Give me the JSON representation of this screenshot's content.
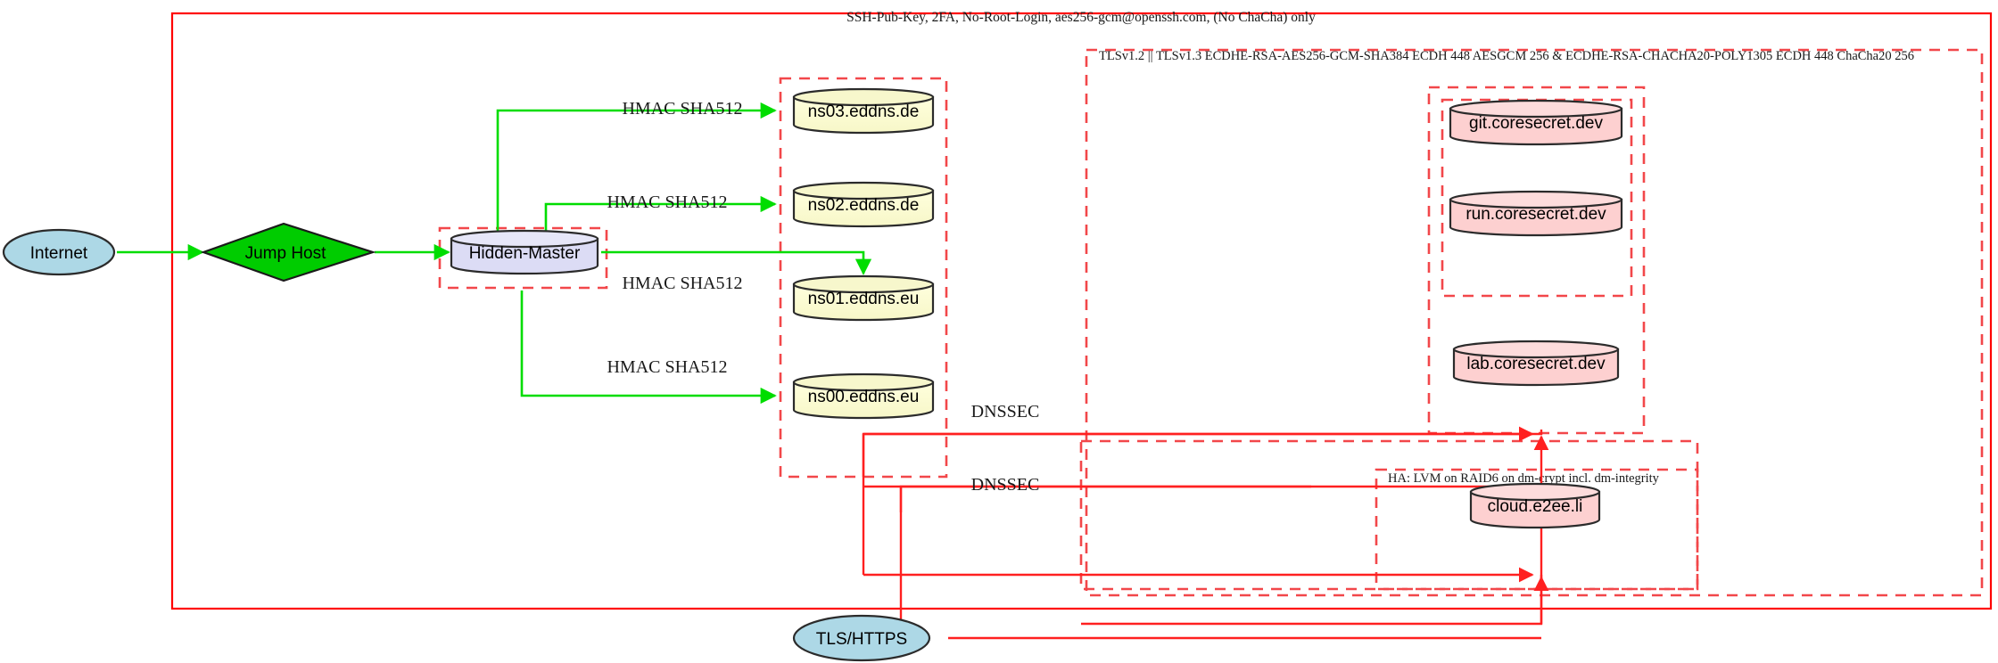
{
  "diagram": {
    "title_labels": {
      "outer_zone": "SSH-Pub-Key, 2FA, No-Root-Login, aes256-gcm@openssh.com, (No ChaCha) only",
      "tls_zone": "TLSv1.2 || TLSv1.3 ECDHE-RSA-AES256-GCM-SHA384 ECDH 448 AESGCM 256 & ECDHE-RSA-CHACHA20-POLY1305 ECDH 448 ChaCha20 256",
      "ha_zone": "HA: LVM on RAID6 on dm-crypt incl. dm-integrity"
    },
    "nodes": {
      "internet": "Internet",
      "jump_host": "Jump Host",
      "hidden_master": "Hidden-Master",
      "ns03": "ns03.eddns.de",
      "ns02": "ns02.eddns.de",
      "ns01": "ns01.eddns.eu",
      "ns00": "ns00.eddns.eu",
      "git": "git.coresecret.dev",
      "run": "run.coresecret.dev",
      "lab": "lab.coresecret.dev",
      "cloud": "cloud.e2ee.li",
      "tls_https": "TLS/HTTPS"
    },
    "edge_labels": {
      "hmac_ns03": "HMAC SHA512",
      "hmac_ns02": "HMAC SHA512",
      "hmac_ns01": "HMAC SHA512",
      "hmac_ns00": "HMAC SHA512",
      "dnssec_upper": "DNSSEC",
      "dnssec_lower": "DNSSEC"
    },
    "colors": {
      "zone_border": "#ff0000",
      "zone_border_dashed": "#f2474a",
      "edge_green": "#00dd00",
      "edge_red": "#ff2020",
      "node_ellipse_fill": "#add8e6",
      "node_diamond_fill": "#00cc00",
      "node_master_fill": "#dcdcf5",
      "node_dns_fill": "#ffffcc",
      "node_service_fill": "#fdd0d0",
      "node_stroke": "#2b2b2b"
    }
  }
}
